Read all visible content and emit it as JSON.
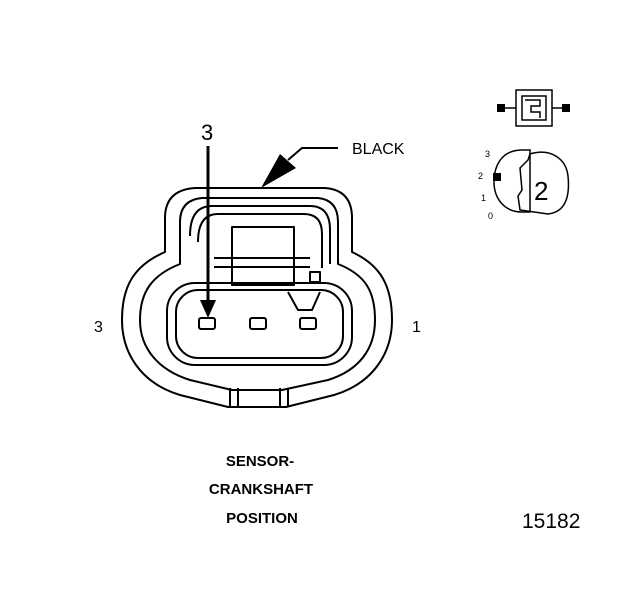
{
  "labels": {
    "pin_arrow": "3",
    "wire_color": "BLACK",
    "left_pin": "3",
    "right_pin": "1",
    "title_lines": [
      "SENSOR-",
      "CRANKSHAFT",
      "POSITION"
    ],
    "figure_id": "15182"
  },
  "inset": {
    "scale": [
      "3",
      "2",
      "1",
      "0"
    ],
    "position_number": "2"
  }
}
